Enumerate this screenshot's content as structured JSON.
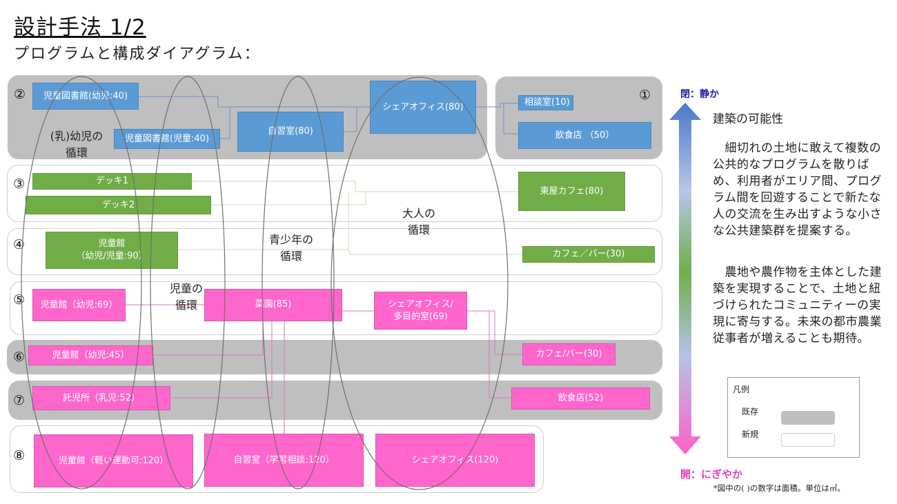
{
  "header": {
    "title": "設計手法 1/2",
    "subtitle": "プログラムと構成ダイアグラム："
  },
  "zones": [
    {
      "id": "2",
      "label": "②",
      "type": "existing"
    },
    {
      "id": "1",
      "label": "①",
      "type": "existing"
    },
    {
      "id": "3",
      "label": "③",
      "type": "new"
    },
    {
      "id": "4",
      "label": "④",
      "type": "new"
    },
    {
      "id": "5",
      "label": "⑤",
      "type": "new"
    },
    {
      "id": "6",
      "label": "⑥",
      "type": "existing"
    },
    {
      "id": "7",
      "label": "⑦",
      "type": "existing"
    },
    {
      "id": "8",
      "label": "⑧",
      "type": "new"
    }
  ],
  "programs": {
    "children_library_infant": "児童図書館(幼児:40)",
    "children_library_child": "児童図書館(児童:40)",
    "study_room": "自習室(80)",
    "share_office": "シェアオフィス(80)",
    "consult_room": "相談室(10)",
    "restaurant_50": "飲食店 （50）",
    "deck1": "デッキ1",
    "deck2": "デッキ2",
    "gazebo_cafe": "東屋カフェ(80)",
    "children_hall_90": "児童館\n（幼児/児童:90）",
    "cafe_bar_green": "カフェ／バー(30)",
    "children_hall_69": "児童館（幼児:69）",
    "vegetable_garden": "菜園(85)",
    "share_office_multi": "シェアオフィス/\n多目的室(69)",
    "children_hall_45": "児童館（幼児:45）",
    "cafe_bar_pink": "カフェ/バー(30)",
    "nursery": "託児所（乳児:52）",
    "restaurant_52": "飲食店(52)",
    "children_hall_120": "児童館（軽い運動可:120）",
    "study_room_120": "自習室（学習相談:120）",
    "share_office_120": "シェアオフィス(120)"
  },
  "cycles": {
    "infant": "(乳)幼児の\n循環",
    "child": "児童の\n循環",
    "youth": "青少年の\n循環",
    "adult": "大人の\n循環"
  },
  "scale": {
    "top_label": "閉：静か",
    "bottom_label": "開：にぎやか",
    "top_color": "#1f1fa8",
    "bottom_color": "#e040b8"
  },
  "description": {
    "heading": "建築の可能性",
    "paragraph1": "　細切れの土地に敢えて複数の公共的なプログラムを散りばめ、利用者がエリア間、プログラム間を回遊することで新たな人の交流を生み出すような小さな公共建築群を提案する。",
    "paragraph2": "　農地や農作物を主体とした建築を実現することで、土地と紐づけられたコミュニティーの実現に寄与する。未来の都市農業従事者が増えることも期待。"
  },
  "legend": {
    "title": "凡例",
    "existing": "既存",
    "new": "新規"
  },
  "note": "*図中の( )の数字は面積。単位は㎡。",
  "colors": {
    "existing_zone": "#bfbfbf",
    "blue_program": "#5b9bd5",
    "green_program": "#70ad47",
    "pink_program": "#ff66cc"
  }
}
